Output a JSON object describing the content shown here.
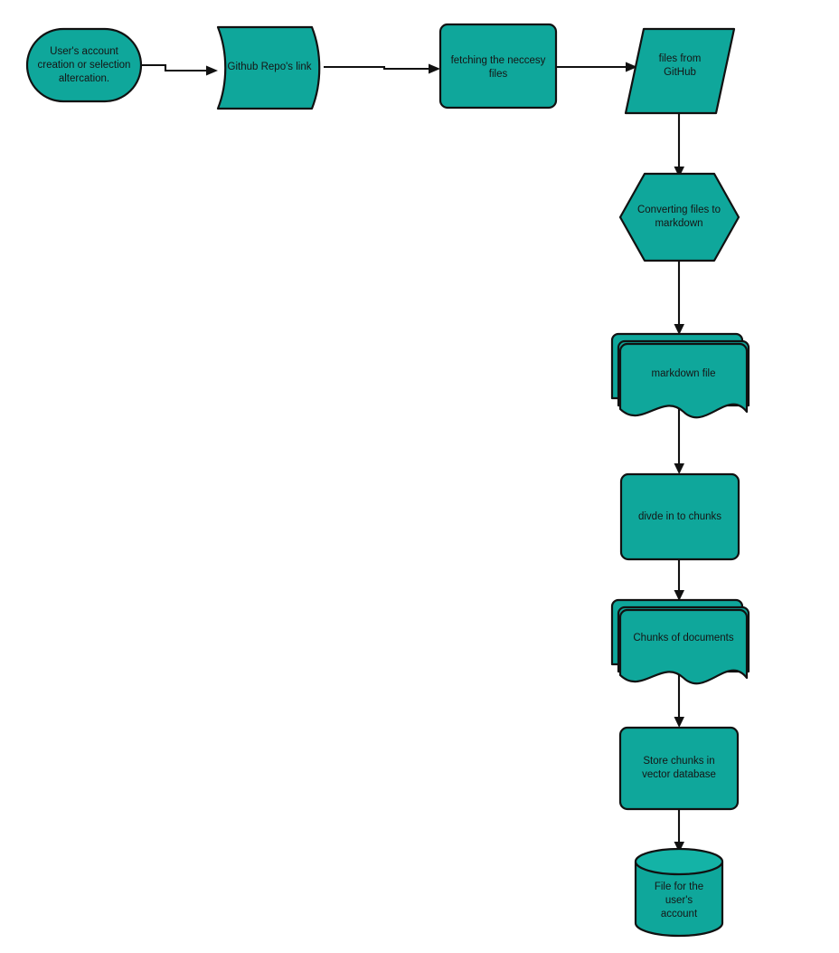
{
  "diagram": {
    "title": "GitHub repository ingestion to vector database flowchart",
    "background_color": "#ffffff",
    "node_fill_color": "#0FA79B",
    "node_stroke_color": "#111111",
    "label_color": "#151515",
    "nodes": [
      {
        "id": "user-account",
        "shape": "stadium",
        "label_lines": [
          "User's account",
          "creation or selection",
          "altercation."
        ]
      },
      {
        "id": "github-repo-link",
        "shape": "tape",
        "label_lines": [
          "Github Repo's link"
        ]
      },
      {
        "id": "fetching-files",
        "shape": "rounded-rectangle",
        "label_lines": [
          "fetching the neccesy",
          "files"
        ]
      },
      {
        "id": "files-from-github",
        "shape": "parallelogram",
        "label_lines": [
          "files from",
          "GitHub"
        ]
      },
      {
        "id": "converting-markdown",
        "shape": "hexagon",
        "label_lines": [
          "Converting files to",
          "markdown"
        ]
      },
      {
        "id": "markdown-file",
        "shape": "multi-document",
        "label_lines": [
          "markdown file"
        ]
      },
      {
        "id": "divide-chunks",
        "shape": "rounded-rectangle",
        "label_lines": [
          "divde in to chunks"
        ]
      },
      {
        "id": "chunks-of-documents",
        "shape": "multi-document",
        "label_lines": [
          "Chunks of documents"
        ]
      },
      {
        "id": "store-chunks",
        "shape": "rounded-rectangle",
        "label_lines": [
          "Store chunks in",
          "vector database"
        ]
      },
      {
        "id": "file-user-account",
        "shape": "cylinder",
        "label_lines": [
          "File for the",
          "user's",
          "account"
        ]
      }
    ],
    "edges": [
      {
        "id": "edge-user-to-repo",
        "from": "user-account",
        "to": "github-repo-link",
        "label": ""
      },
      {
        "id": "edge-repo-to-fetching",
        "from": "github-repo-link",
        "to": "fetching-files",
        "label": ""
      },
      {
        "id": "edge-fetching-to-files",
        "from": "fetching-files",
        "to": "files-from-github",
        "label": ""
      },
      {
        "id": "edge-files-to-converting",
        "from": "files-from-github",
        "to": "converting-markdown",
        "label": ""
      },
      {
        "id": "edge-converting-to-markdown",
        "from": "converting-markdown",
        "to": "markdown-file",
        "label": ""
      },
      {
        "id": "edge-markdown-to-divide",
        "from": "markdown-file",
        "to": "divide-chunks",
        "label": ""
      },
      {
        "id": "edge-divide-to-chunks",
        "from": "divide-chunks",
        "to": "chunks-of-documents",
        "label": ""
      },
      {
        "id": "edge-chunks-to-store",
        "from": "chunks-of-documents",
        "to": "store-chunks",
        "label": ""
      },
      {
        "id": "edge-store-to-file",
        "from": "store-chunks",
        "to": "file-user-account",
        "label": ""
      }
    ]
  }
}
